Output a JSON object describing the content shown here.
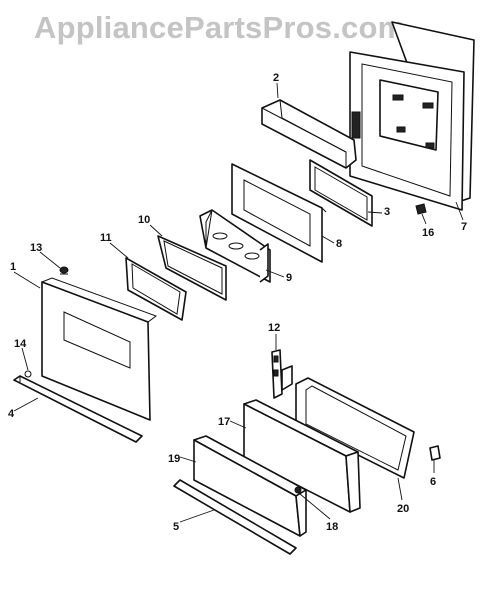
{
  "watermark": "AppliancePartsPros.com",
  "labels": [
    "1",
    "2",
    "3",
    "4",
    "5",
    "6",
    "7",
    "8",
    "9",
    "10",
    "11",
    "12",
    "13",
    "14",
    "16",
    "17",
    "18",
    "19",
    "20"
  ]
}
